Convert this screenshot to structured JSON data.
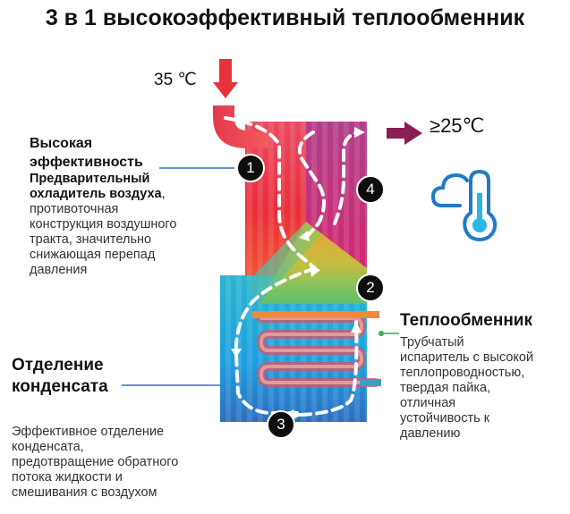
{
  "title": "3 в 1 высокоэффективный теплообменник",
  "inlet_temp": "35 ℃",
  "outlet_temp": "≥25℃",
  "precooler": {
    "heading": "Высокая эффективность",
    "subheading": "Предварительный охладитель воздуха",
    "subheading_suffix": ",",
    "description": [
      "противоточная",
      "конструкция воздушного",
      "тракта, значительно",
      "снижающая перепад",
      "давления"
    ]
  },
  "condensate": {
    "heading": [
      "Отделение",
      "конденсата"
    ],
    "description": [
      "Эффективное отделение",
      "конденсата,",
      "предотвращение обратного",
      "потока жидкости и",
      "смешивания с воздухом"
    ]
  },
  "heat_exchanger": {
    "heading": "Теплообменник",
    "description": [
      "Трубчатый",
      "испаритель с высокой",
      "теплопроводностью,",
      "твердая пайка,",
      "отличная",
      "устойчивость к",
      "давлению"
    ]
  },
  "badges": [
    "1",
    "2",
    "3",
    "4"
  ],
  "icons": [
    "cloud-icon",
    "thermometer-icon"
  ],
  "colors": {
    "hot": "#e8323c",
    "warm_purple": "#a8327e",
    "green": "#8bc640",
    "cyan": "#21b4d8",
    "blue": "#2a7fc6",
    "arrow": "#8a1f55",
    "icon_blue": "#1f7ac8",
    "pointer_green": "#2fae52",
    "pointer_blue": "#3a6bc4"
  }
}
